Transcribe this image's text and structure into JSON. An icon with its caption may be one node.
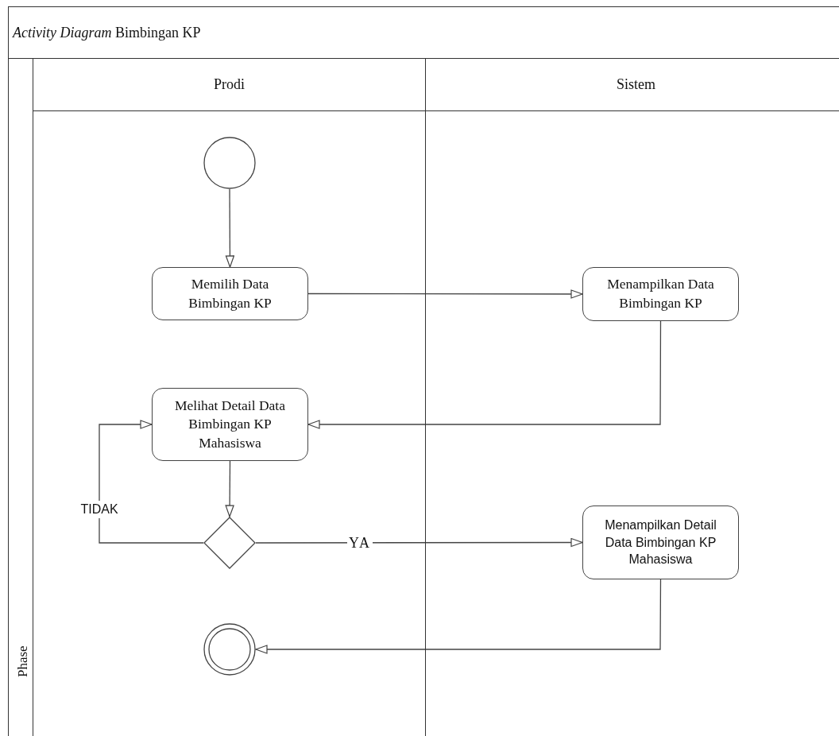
{
  "diagram": {
    "title": "*Activity Diagram* Bimbingan KP",
    "nodes": [
      {
        "text": [
          "Phase"
        ]
      },
      {
        "text": [
          "Prodi"
        ]
      },
      {
        "text": [
          "Sistem"
        ]
      },
      {
        "text": [],
        "shape": "circle",
        "in": 1
      },
      {
        "text": [
          "Memilih Data Bimbingan KP"
        ],
        "in": 1
      },
      {
        "text": [
          "Menampilkan Data Bimbingan KP"
        ],
        "in": 2
      },
      {
        "text": [
          "Melihat Detail Data Bimbingan KP Mahasiswa"
        ],
        "in": 1
      },
      {
        "text": [],
        "shape": "diamond",
        "in": 1
      },
      {
        "text": [
          "Menampilkan Detail Data Bimbingan KP Mahasiswa"
        ],
        "in": 2
      },
      {
        "text": [],
        "shape": "bullseye",
        "in": 1
      }
    ],
    "edges": [
      {
        "from": 3,
        "to": 4,
        "arrow": "to"
      },
      {
        "from": 4,
        "to": 5,
        "arrow": "to"
      },
      {
        "from": 5,
        "to": 6,
        "arrow": "to"
      },
      {
        "from": 6,
        "to": 7,
        "arrow": "to"
      },
      {
        "from": 7,
        "to": 6,
        "arrow": "to",
        "label": "TIDAK"
      },
      {
        "from": 7,
        "to": 8,
        "arrow": "to",
        "label": "YA"
      },
      {
        "from": 8,
        "to": 9,
        "arrow": "to"
      }
    ]
  }
}
